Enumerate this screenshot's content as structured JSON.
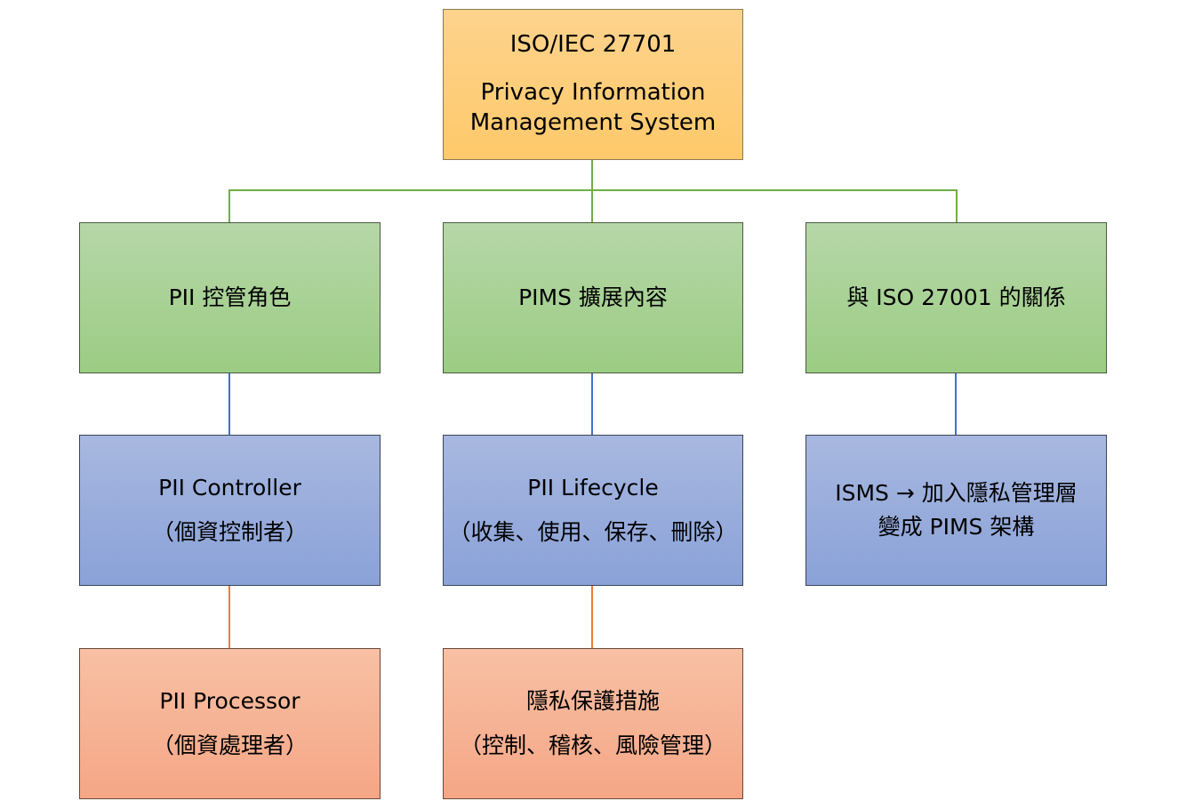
{
  "diagram": {
    "root": {
      "title": "ISO/IEC 27701",
      "subtitle_line1": "Privacy Information",
      "subtitle_line2": "Management System"
    },
    "branches": [
      {
        "label": "PII 控管角色",
        "children": [
          {
            "line1": "PII Controller",
            "line2": "（個資控制者）"
          },
          {
            "line1": "PII Processor",
            "line2": "（個資處理者）"
          }
        ]
      },
      {
        "label": "PIMS 擴展內容",
        "children": [
          {
            "line1": "PII Lifecycle",
            "line2": "（收集、使用、保存、刪除）"
          },
          {
            "line1": "隱私保護措施",
            "line2": "（控制、稽核、風險管理）"
          }
        ]
      },
      {
        "label": "與 ISO 27001 的關係",
        "children": [
          {
            "line1": "ISMS → 加入隱私管理層",
            "line2": "變成 PIMS 架構"
          }
        ]
      }
    ],
    "colors": {
      "root_fill": "#fec96a",
      "level1_fill": "#a9d18e",
      "level2_fill": "#8faadc",
      "level3_fill": "#f4b183",
      "connector_level1": "#70ad47",
      "connector_level2": "#4472c4",
      "connector_level3": "#ed7d31"
    }
  }
}
